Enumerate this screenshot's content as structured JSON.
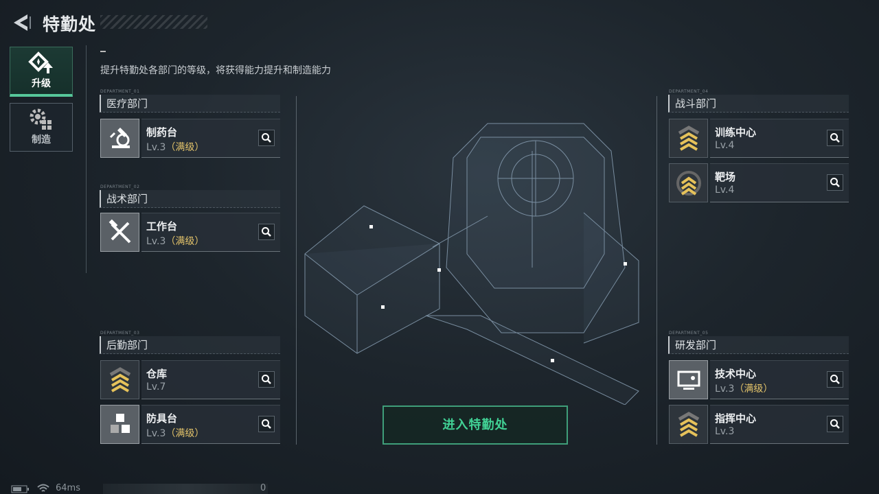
{
  "header": {
    "title": "特勤处",
    "back_icon": "back-arrow-icon"
  },
  "sidebar": {
    "tabs": [
      {
        "label": "升级",
        "icon": "upgrade-icon",
        "active": true
      },
      {
        "label": "制造",
        "icon": "gear-grid-icon",
        "active": false
      }
    ]
  },
  "description": "提升特勤处各部门的等级，将获得能力提升和制造能力",
  "departments": [
    {
      "code": "DEPARTMENT_01",
      "name": "医疗部门",
      "items": [
        {
          "name": "制药台",
          "level": "Lv.3",
          "max": "（满级）",
          "icon": "microscope-icon"
        }
      ]
    },
    {
      "code": "DEPARTMENT_02",
      "name": "战术部门",
      "items": [
        {
          "name": "工作台",
          "level": "Lv.3",
          "max": "（满级）",
          "icon": "tools-icon"
        }
      ]
    },
    {
      "code": "DEPARTMENT_03",
      "name": "后勤部门",
      "items": [
        {
          "name": "仓库",
          "level": "Lv.7",
          "max": "",
          "icon": "chevron-rank-icon"
        },
        {
          "name": "防具台",
          "level": "Lv.3",
          "max": "（满级）",
          "icon": "cubes-icon"
        }
      ]
    },
    {
      "code": "DEPARTMENT_04",
      "name": "战斗部门",
      "items": [
        {
          "name": "训练中心",
          "level": "Lv.4",
          "max": "",
          "icon": "chevron-rank-icon"
        },
        {
          "name": "靶场",
          "level": "Lv.4",
          "max": "",
          "icon": "target-rank-icon"
        }
      ]
    },
    {
      "code": "DEPARTMENT_05",
      "name": "研发部门",
      "items": [
        {
          "name": "技术中心",
          "level": "Lv.3",
          "max": "（满级）",
          "icon": "monitor-icon"
        },
        {
          "name": "指挥中心",
          "level": "Lv.3",
          "max": "",
          "icon": "chevron-rank-icon"
        }
      ]
    }
  ],
  "enter_button": "进入特勤处",
  "status": {
    "ping": "64ms",
    "counter": "0"
  },
  "colors": {
    "accent": "#41d195",
    "max_level": "#e3c36a"
  }
}
